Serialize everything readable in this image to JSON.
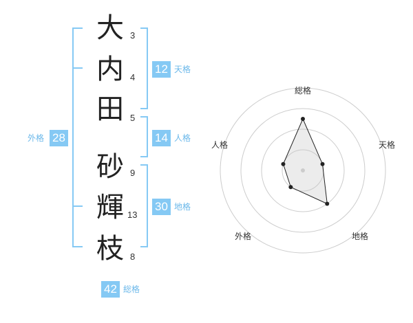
{
  "name_chars": [
    {
      "char": "大",
      "strokes": "3"
    },
    {
      "char": "内",
      "strokes": "4"
    },
    {
      "char": "田",
      "strokes": "5"
    },
    {
      "char": "砂",
      "strokes": "9"
    },
    {
      "char": "輝",
      "strokes": "13"
    },
    {
      "char": "枝",
      "strokes": "8"
    }
  ],
  "kakusu": {
    "tenkaku": {
      "value": "12",
      "label": "天格"
    },
    "jinkaku": {
      "value": "14",
      "label": "人格"
    },
    "chikaku": {
      "value": "30",
      "label": "地格"
    },
    "gaikaku": {
      "value": "28",
      "label": "外格"
    },
    "soukaku": {
      "value": "42",
      "label": "総格"
    }
  },
  "bracket_color": "#85c9f4",
  "chart_data": {
    "type": "radar",
    "axes": [
      "総格",
      "天格",
      "地格",
      "外格",
      "人格"
    ],
    "rings": 4,
    "values": [
      2.5,
      1,
      2,
      1,
      1
    ],
    "max": 4
  }
}
